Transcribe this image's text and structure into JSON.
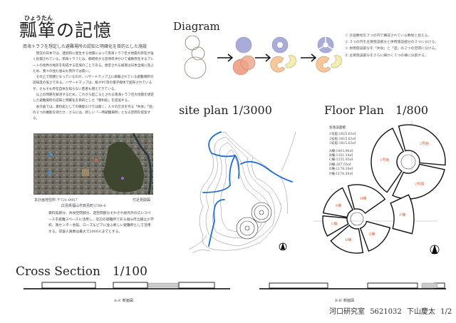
{
  "header": {
    "ruby": "ひょうたん",
    "title": "瓢箪の記憶",
    "subtitle": "南海トラフを想定した避難場所の認知と明確化を目的とした施設"
  },
  "intro": {
    "paragraphs": [
      "現在の日本では、連続的に発生する地震によって南海トラフ巨大地震の存在が強く危惧されている。南海トラフとは、静岡県から宮崎県沖かけて複数存在するプレートの境界の地形を形成する区域のことである。想定される被害は日本全域に及ぶため、我々の住む福山も例外では無い。",
      "その上で問題となっているのが、ハザードマップ上に掲載されている避難場所の認知度の低さである。ハザードマップは、紙やPC等の電子媒体で配布されているが、そもそも存在自体を知らない若者も増えてきている。",
      "以上の問題を解決するため、これから起こるとされる南海トラフ巨大地震を想定した避難場所の認知と明確化を目的とした「資料館」を提案する。",
      "本計画では、資料館としての機能だけでは無く、人々の交流を作る「共食」「遊」の２つの機能を持たせ、さらには、新しい「一時避難場所」となる空間を提案する。"
    ]
  },
  "map": {
    "address_label": "本計画地住所:〒721-0957",
    "address": "広島県福山市箕島町5788-6",
    "caption": "付近見取図"
  },
  "evacuation": {
    "text": "資料館部分、共食空間部分、遊空間部分それぞれ屋内外の広いスペースを避難スペースに活用し、近辺の避難所である福山市立鏡之小学校、漁センター会館、ローズ＆ピアに並ぶ新しい避難所として活用する。収容人員数は最大で2000人までとする。"
  },
  "diagram": {
    "title": "Diagram",
    "notes": [
      "① 計画敷地を３つの円で構成されている敷地と捉える。",
      "② ３つの円を主要施設部分と併用施設部分の２つに分ける。",
      "③ 併用施設部分を「共食」と「遊」の２つの空間に分ける。",
      "④ 主要施設部分をさらに細かく３つの棟に分割する。"
    ],
    "colors": {
      "main": "#a9acd8",
      "secondary": "#eea78c",
      "eat": "#f6c79a",
      "play": "#f4eeb0"
    }
  },
  "site_plan": {
    "title": "site plan 1/3000",
    "river_color": "#1f6fd0",
    "north": "N"
  },
  "floor_plan": {
    "title": "Floor Plan　1/800",
    "legend_title": "各施設面積",
    "legend_halls": [
      "1号館:1815.63㎡",
      "2号館:1815.63㎡",
      "3号館:1815.63㎡"
    ],
    "legend_wings": [
      "A棟:1003.90㎡",
      "B棟:1351.34㎡",
      "C棟:1151.95㎡",
      "D棟:267.55㎡",
      "E棟:1178.39㎡",
      "F棟:1178.39㎡"
    ],
    "labels": [
      "1号館",
      "2号館",
      "3号館",
      "A棟",
      "B棟",
      "C棟",
      "D棟",
      "E棟",
      "F棟"
    ],
    "north": "N"
  },
  "cross_section": {
    "title": "Cross Section　1/100",
    "caption_a": "A-A' 断面図",
    "caption_b": "B-B' 断面図"
  },
  "footer": {
    "lab": "河口研究室",
    "student_id": "5621032",
    "name": "下山慶太",
    "page": "1/2"
  }
}
